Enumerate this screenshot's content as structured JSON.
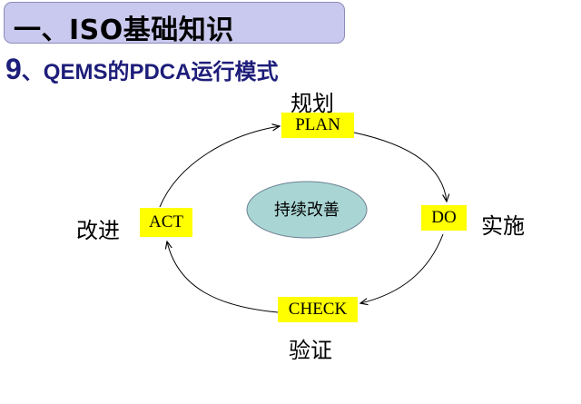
{
  "header": {
    "title": "一、ISO基础知识"
  },
  "subtitle": {
    "number": "9",
    "text": "、QEMS的PDCA运行模式"
  },
  "diagram": {
    "center": "持续改善",
    "nodes": {
      "plan": {
        "label": "PLAN",
        "caption": "规划"
      },
      "do": {
        "label": "DO",
        "caption": "实施"
      },
      "check": {
        "label": "CHECK",
        "caption": "验证"
      },
      "act": {
        "label": "ACT",
        "caption": "改进"
      }
    }
  },
  "colors": {
    "header_bg": "#c9c8ee",
    "subtitle": "#1d1d7a",
    "node_fill": "#ffff00",
    "center_fill": "#a9d6d4"
  }
}
